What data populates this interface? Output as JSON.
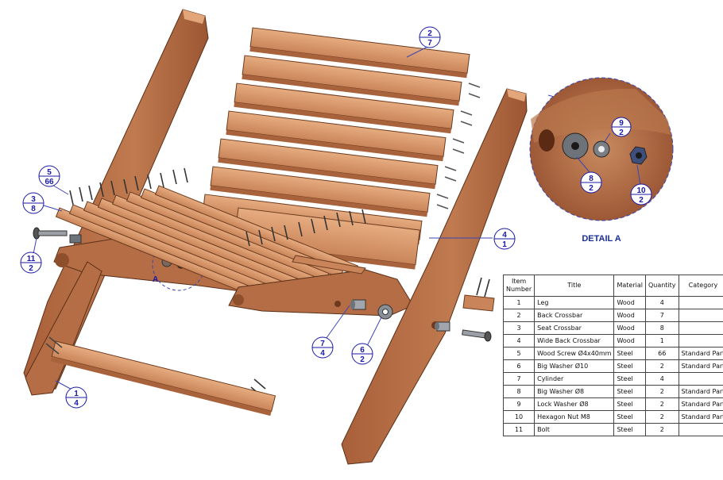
{
  "balloons": [
    {
      "id": "b-back-crossbar",
      "item": "2",
      "qty": "7"
    },
    {
      "id": "b-wood-screw",
      "item": "5",
      "qty": "66"
    },
    {
      "id": "b-seat-crossbar",
      "item": "3",
      "qty": "8"
    },
    {
      "id": "b-bolt",
      "item": "11",
      "qty": "2"
    },
    {
      "id": "b-wide-back-crossbar",
      "item": "4",
      "qty": "1"
    },
    {
      "id": "b-cylinder",
      "item": "7",
      "qty": "4"
    },
    {
      "id": "b-big-washer-d10",
      "item": "6",
      "qty": "2"
    },
    {
      "id": "b-leg",
      "item": "1",
      "qty": "4"
    },
    {
      "id": "b-lock-washer",
      "item": "9",
      "qty": "2"
    },
    {
      "id": "b-big-washer-d8",
      "item": "8",
      "qty": "2"
    },
    {
      "id": "b-hex-nut",
      "item": "10",
      "qty": "2"
    }
  ],
  "detail": {
    "marker": "A",
    "title": "DETAIL A"
  },
  "bom": {
    "headers": [
      "Item Number",
      "Title",
      "Material",
      "Quantity",
      "Category"
    ],
    "rows": [
      [
        "1",
        "Leg",
        "Wood",
        "4",
        ""
      ],
      [
        "2",
        "Back Crossbar",
        "Wood",
        "7",
        ""
      ],
      [
        "3",
        "Seat Crossbar",
        "Wood",
        "8",
        ""
      ],
      [
        "4",
        "Wide Back Crossbar",
        "Wood",
        "1",
        ""
      ],
      [
        "5",
        "Wood Screw Ø4x40mm",
        "Steel",
        "66",
        "Standard Part"
      ],
      [
        "6",
        "Big Washer Ø10",
        "Steel",
        "2",
        "Standard Part"
      ],
      [
        "7",
        "Cylinder",
        "Steel",
        "4",
        ""
      ],
      [
        "8",
        "Big Washer Ø8",
        "Steel",
        "2",
        "Standard Part"
      ],
      [
        "9",
        "Lock Washer  Ø8",
        "Steel",
        "2",
        "Standard Part"
      ],
      [
        "10",
        "Hexagon Nut M8",
        "Steel",
        "2",
        "Standard Part"
      ],
      [
        "11",
        "Bolt",
        "Steel",
        "2",
        ""
      ]
    ]
  },
  "colors": {
    "wood": "#c07a4f",
    "wood_dark": "#8e4f2c",
    "wood_light": "#e0a276",
    "steel": "#8a8f96",
    "balloon": "#1a1aa6",
    "leader": "#3b45b5"
  }
}
